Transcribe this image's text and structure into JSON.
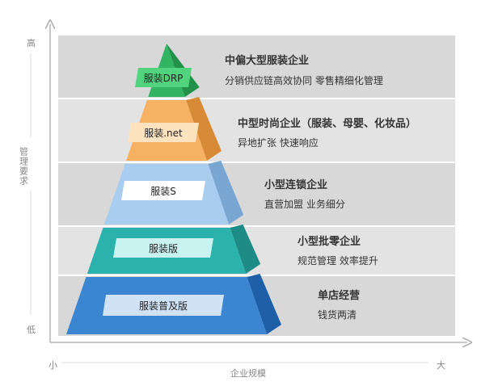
{
  "axes": {
    "y_high": "高",
    "y_low": "低",
    "y_label": "管理要求",
    "x_small": "小",
    "x_large": "大",
    "x_label": "企业规模"
  },
  "tiers": [
    {
      "label": "服装DRP",
      "title": "中偏大型服装企业",
      "desc": "分销供应链高效协同    零售精细化管理",
      "colors": {
        "front": "#33b463",
        "side": "#23914a",
        "band": "#d8d8d8",
        "badge": "#52d47e"
      }
    },
    {
      "label": "服装.net",
      "title": "中型时尚企业（服装、母婴、化妆品）",
      "desc": "异地扩张    快速响应",
      "colors": {
        "front": "#f7b163",
        "side": "#d98a36",
        "band": "#e3e3e3",
        "badge": "#fde3bf"
      }
    },
    {
      "label": "服装S",
      "title": "小型连锁企业",
      "desc": "直营加盟    业务细分",
      "colors": {
        "front": "#a9cdef",
        "side": "#7aa6d2",
        "band": "#d8d8d8",
        "badge": "#ffffff"
      }
    },
    {
      "label": "服装版",
      "title": "小型批零企业",
      "desc": "规范管理  效率提升",
      "colors": {
        "front": "#2cb2ac",
        "side": "#1f8b86",
        "band": "#e3e3e3",
        "badge": "#c9f3f1"
      }
    },
    {
      "label": "服装普及版",
      "title": "单店经营",
      "desc": "钱货两清",
      "colors": {
        "front": "#3c86d1",
        "side": "#1e5fa7",
        "band": "#d8d8d8",
        "badge": "#cfe2f6"
      }
    }
  ]
}
